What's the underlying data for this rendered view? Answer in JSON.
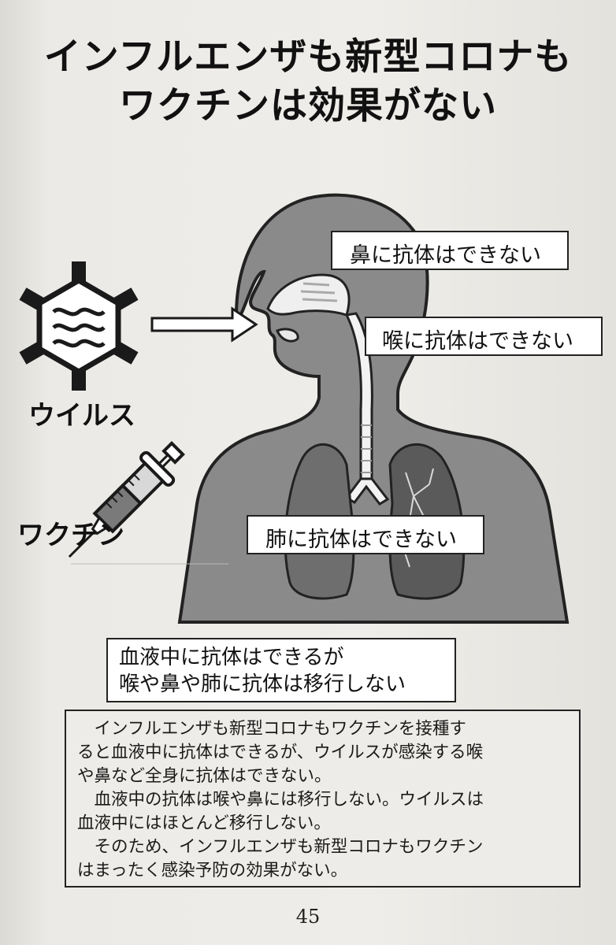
{
  "title": {
    "line1": "インフルエンザも新型コロナも",
    "line2": "ワクチンは効果がない"
  },
  "figure": {
    "virus_label": "ウイルス",
    "vaccine_label": "ワクチン",
    "callouts": {
      "nose": "鼻に抗体はできない",
      "throat": "喉に抗体はできない",
      "lung": "肺に抗体はできない",
      "blood_line1": "血液中に抗体はできるが",
      "blood_line2": "喉や鼻や肺に抗体は移行しない"
    }
  },
  "body_text": {
    "lines": [
      "　インフルエンザも新型コロナもワクチンを接種す",
      "ると血液中に抗体はできるが、ウイルスが感染する喉",
      "や鼻など全身に抗体はできない。",
      "　血液中の抗体は喉や鼻には移行しない。ウイルスは",
      "血液中にはほとんど移行しない。",
      "　そのため、インフルエンザも新型コロナもワクチン",
      "はまったく感染予防の効果がない。"
    ]
  },
  "page_number": "45"
}
